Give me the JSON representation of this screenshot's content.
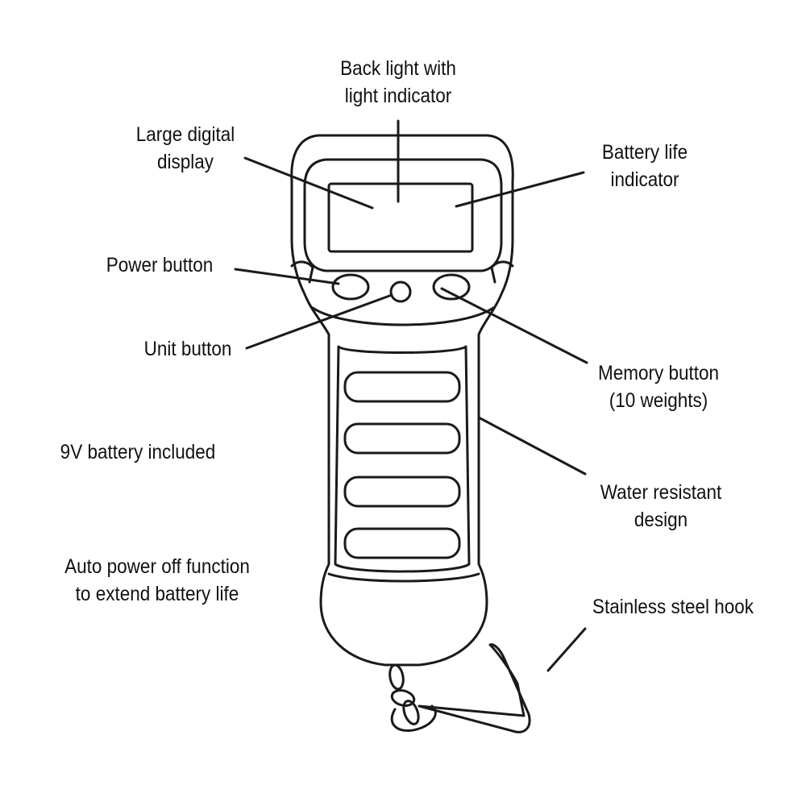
{
  "labels": {
    "back_light": [
      "Back light with",
      "light indicator"
    ],
    "large_display": [
      "Large digital",
      "display"
    ],
    "battery_life": [
      "Battery life",
      "indicator"
    ],
    "power_button": [
      "Power button"
    ],
    "unit_button": [
      "Unit button"
    ],
    "memory_button": [
      "Memory button",
      "(10 weights)"
    ],
    "battery_included": [
      "9V battery included"
    ],
    "water_resistant": [
      "Water resistant",
      "design"
    ],
    "auto_power_off": [
      "Auto power off function",
      "to extend battery life"
    ],
    "hook": [
      "Stainless steel hook"
    ]
  },
  "colors": {
    "line": "#1a1a1a",
    "text": "#111111",
    "background": "#ffffff"
  }
}
